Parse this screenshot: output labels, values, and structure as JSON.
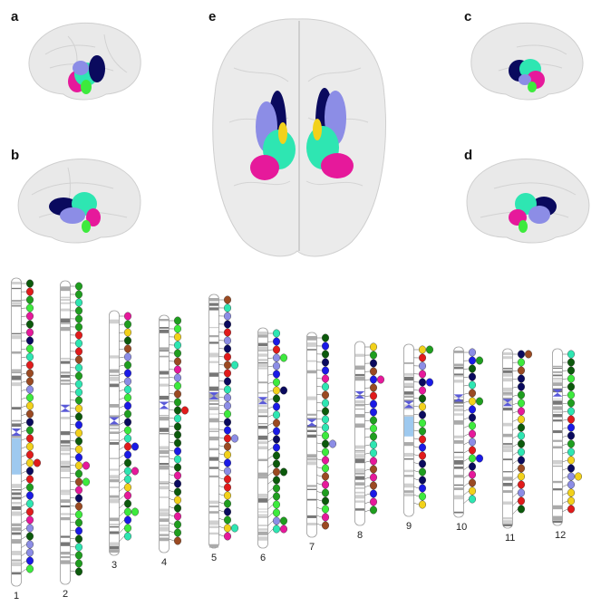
{
  "panels": {
    "a": "a",
    "b": "b",
    "c": "c",
    "d": "d",
    "e": "e"
  },
  "chromosomes": [
    "1",
    "2",
    "3",
    "4",
    "5",
    "6",
    "7",
    "8",
    "9",
    "10",
    "11",
    "12"
  ],
  "colors": {
    "pink": "#e6199b",
    "green": "#1f9e1f",
    "lime": "#3dea3d",
    "navy": "#0a0a5e",
    "periwinkle": "#8c8de6",
    "aqua": "#2ee6b2",
    "red": "#e11b1b",
    "yellow": "#f2d11b",
    "darkgreen": "#0c5a0c",
    "blue": "#1a1ae6",
    "brown": "#9b4a22"
  }
}
